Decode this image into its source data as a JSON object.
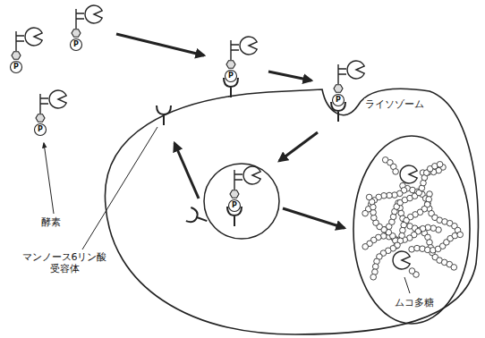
{
  "diagram": {
    "nodes": [
      {
        "text": [
          "ライソゾーム",
          "ムコ多糖"
        ]
      }
    ],
    "labels": [
      "酵素",
      "マンノース6リン酸受容体",
      "P",
      "P",
      "P",
      "P",
      "P",
      "P"
    ]
  }
}
